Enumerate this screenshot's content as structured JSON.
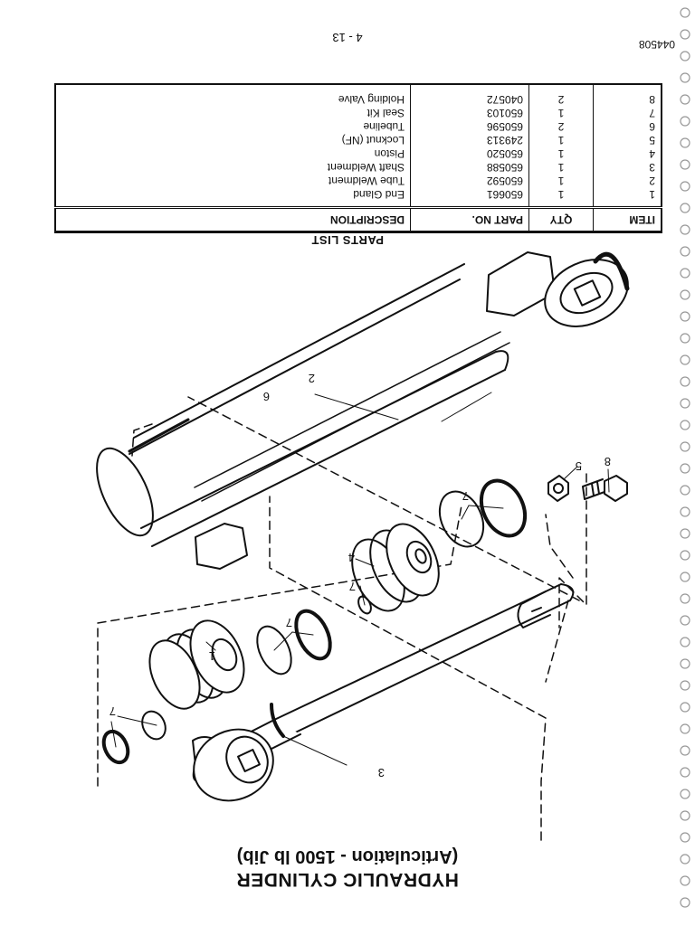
{
  "title": {
    "line1": "HYDRAULIC CYLINDER",
    "line2": "(Articulation - 1500 lb Jib)"
  },
  "callouts": [
    {
      "label": "1"
    },
    {
      "label": "2"
    },
    {
      "label": "3"
    },
    {
      "label": "4"
    },
    {
      "label": "5"
    },
    {
      "label": "6"
    },
    {
      "label": "7"
    },
    {
      "label": "7"
    },
    {
      "label": "7"
    },
    {
      "label": "7"
    },
    {
      "label": "8"
    }
  ],
  "parts_list": {
    "caption": "PARTS LIST",
    "headers": {
      "item": "ITEM",
      "qty": "QTY",
      "part_no": "PART NO.",
      "description": "DESCRIPTION"
    },
    "rows": [
      {
        "item": "1",
        "qty": "1",
        "part_no": "650661",
        "description": "End Gland"
      },
      {
        "item": "2",
        "qty": "1",
        "part_no": "650592",
        "description": "Tube Weldment"
      },
      {
        "item": "3",
        "qty": "1",
        "part_no": "650588",
        "description": "Shaft Weldment"
      },
      {
        "item": "4",
        "qty": "1",
        "part_no": "650520",
        "description": "Piston"
      },
      {
        "item": "5",
        "qty": "1",
        "part_no": "249313",
        "description": "Locknut  (NF)"
      },
      {
        "item": "6",
        "qty": "2",
        "part_no": "650596",
        "description": "Tubeline"
      },
      {
        "item": "7",
        "qty": "1",
        "part_no": "650103",
        "description": "Seal Kit"
      },
      {
        "item": "8",
        "qty": "2",
        "part_no": "040572",
        "description": "Holding Valve"
      }
    ]
  },
  "doc_code": "044508",
  "page_number": "4 - 13"
}
